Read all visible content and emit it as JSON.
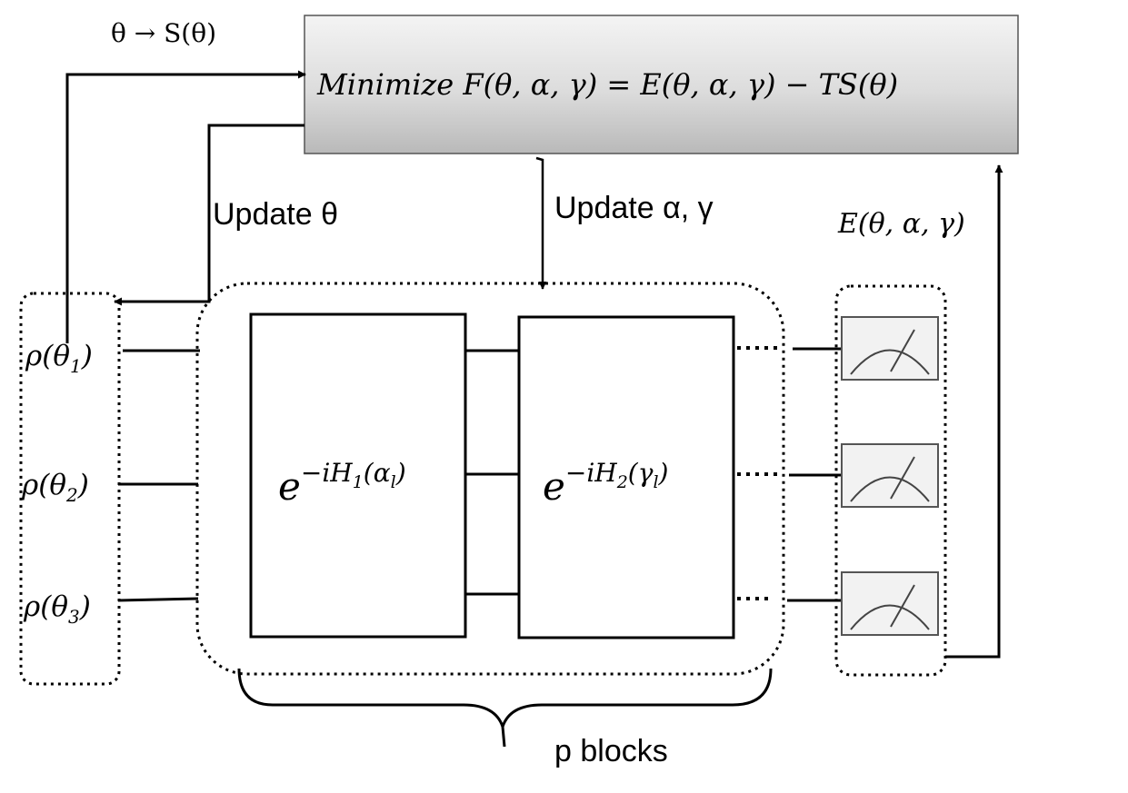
{
  "diagram": {
    "entropy_map": "θ  → S(θ)",
    "objective": "Minimize F(θ, α, γ) = E(θ, α, γ) − TS(θ)",
    "update_theta": "Update θ",
    "update_alpha_gamma": "Update α, γ",
    "energy_output": "E(θ, α, γ)",
    "p_blocks": "p blocks",
    "inputs": [
      {
        "base": "ρ(θ",
        "sub": "1",
        "tail": ")"
      },
      {
        "base": "ρ(θ",
        "sub": "2",
        "tail": ")"
      },
      {
        "base": "ρ(θ",
        "sub": "3",
        "tail": ")"
      }
    ],
    "gate1": {
      "base": "e",
      "exp": "−iH",
      "exp_sub": "1",
      "arg": "(α",
      "arg_sub": "l",
      "close": ")"
    },
    "gate2": {
      "base": "e",
      "exp": "−iH",
      "exp_sub": "2",
      "arg": "(γ",
      "arg_sub": "l",
      "close": ")"
    },
    "meter_count": 3,
    "colors": {
      "line": "#000000",
      "objective_top": "#f2f2f2",
      "objective_bottom": "#bdbdbd",
      "meter_fill": "#f2f2f2"
    }
  }
}
